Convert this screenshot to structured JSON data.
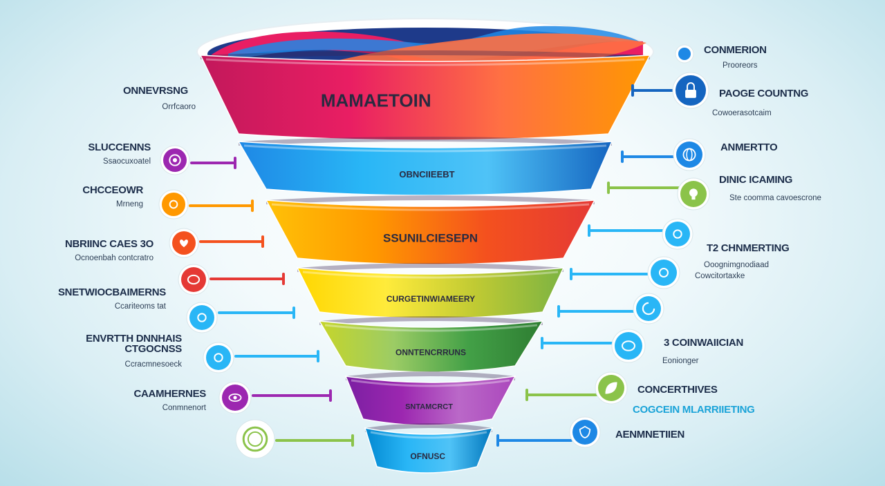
{
  "funnel": {
    "bands": [
      {
        "label": "MAMAETOIN",
        "colors": [
          "#c2185b",
          "#e91e63",
          "#ff7043",
          "#ff9800"
        ]
      },
      {
        "label": "OBNCIIEEBT",
        "colors": [
          "#1e88e5",
          "#29b6f6",
          "#4fc3f7",
          "#1565c0"
        ]
      },
      {
        "label": "SSUNILCIESEPN",
        "colors": [
          "#ffc107",
          "#ff9800",
          "#f4511e",
          "#e53935"
        ]
      },
      {
        "label": "CURGETINWIAMEERY",
        "colors": [
          "#ffd600",
          "#ffeb3b",
          "#c0ca33",
          "#7cb342"
        ]
      },
      {
        "label": "ONNTENCRRUNS",
        "colors": [
          "#c6d52a",
          "#9ccc65",
          "#43a047",
          "#2e7d32"
        ]
      },
      {
        "label": "SNTAMCRCT",
        "colors": [
          "#7b1fa2",
          "#9c27b0",
          "#ba68c8",
          "#ab47bc"
        ]
      },
      {
        "label": "OFNUSC",
        "colors": [
          "#0288d1",
          "#29b6f6",
          "#4fc3f7",
          "#0277bd"
        ]
      }
    ]
  },
  "left_items": [
    {
      "title": "ONNEVRSNG",
      "sub": "Orrfcaoro",
      "icon": "",
      "color": ""
    },
    {
      "title": "SLUCCENNS",
      "sub": "Ssaocuxoatel",
      "icon": "target-icon",
      "color": "#9c27b0"
    },
    {
      "title": "CHCCEOWR",
      "sub": "Mrneng",
      "icon": "hand-icon",
      "color": "#ff9800"
    },
    {
      "title": "NBRIINC CAES 3O",
      "sub": "Ocnoenbah contcratro",
      "icon": "heart-icon",
      "color": "#f4511e"
    },
    {
      "title": "SNETWIOCBAIMERNS",
      "sub": "Ccariteoms tat",
      "icon": "chat-icon",
      "color": "#e53935"
    },
    {
      "title": "ENVRTTH DNNHAIS",
      "title2": "CTGOCNSS",
      "sub": "Ccracmnesoeck",
      "icon": "cloud-icon",
      "color": "#29b6f6"
    },
    {
      "title": "CAAMHERNES",
      "sub": "Conmnenort",
      "icon": "hand-point-icon",
      "color": "#29b6f6"
    },
    {
      "title": "",
      "sub": "",
      "icon": "eye-icon",
      "color": "#9c27b0"
    },
    {
      "title": "",
      "sub": "",
      "icon": "ring-icon",
      "color": "#8bc34a"
    }
  ],
  "right_items": [
    {
      "title": "CONMERION",
      "sub": "Prooreors",
      "icon": "",
      "color": "",
      "accent": false
    },
    {
      "title": "PAOGE COUNTNG",
      "sub": "Cowoerasotcaim",
      "icon": "lock-icon",
      "color": "#1565c0",
      "accent": false
    },
    {
      "title": "ANMERTTO",
      "sub": "",
      "icon": "globe-icon",
      "color": "#1e88e5",
      "accent": false
    },
    {
      "title": "DINIC ICAMING",
      "sub": "Ste coomma cavoescrone",
      "icon": "bulb-icon",
      "color": "#8bc34a",
      "accent": false
    },
    {
      "title": "T2 CHNMERTING",
      "sub": "Ooognimgnodiaad",
      "icon": "handshake-icon",
      "color": "#29b6f6",
      "accent": false
    },
    {
      "title": "",
      "sub": "Cowcitortaxke",
      "icon": "money-icon",
      "color": "#29b6f6",
      "accent": false
    },
    {
      "title": "",
      "sub": "",
      "icon": "refresh-icon",
      "color": "#29b6f6",
      "accent": false
    },
    {
      "title": "3 COINWAIICIAN",
      "sub": "Eonionger",
      "icon": "chat-bubble-icon",
      "color": "#29b6f6",
      "accent": false
    },
    {
      "title": "CONCERTHIVES",
      "sub": "",
      "icon": "leaf-icon",
      "color": "#8bc34a",
      "accent": false
    },
    {
      "title": "COGCEIN MLARRIIETING",
      "sub": "",
      "icon": "",
      "color": "",
      "accent": true
    },
    {
      "title": "AENMNETIIEN",
      "sub": "",
      "icon": "shield-icon",
      "color": "#1e88e5",
      "accent": false
    }
  ]
}
